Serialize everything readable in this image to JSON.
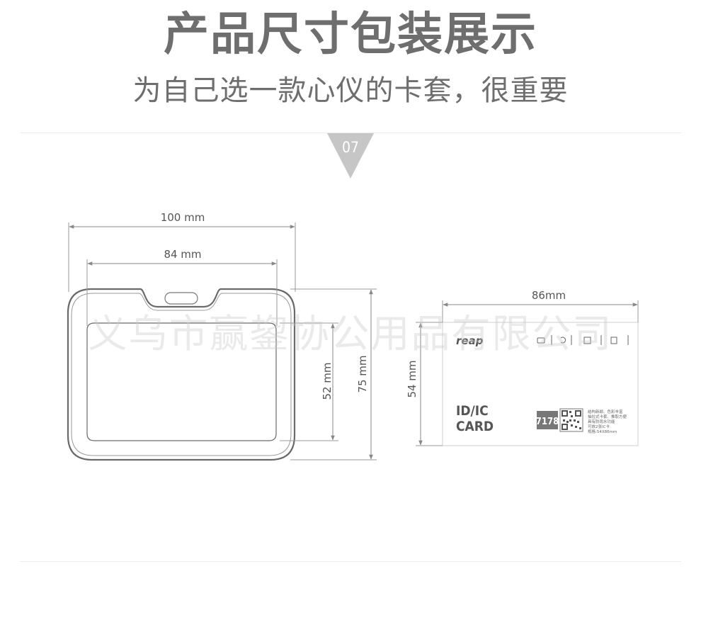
{
  "header": {
    "title": "产品尺寸包装展示",
    "subtitle": "为自己选一款心仪的卡套，很重要",
    "badge": "07"
  },
  "watermark": "义乌市赢鋆协公用品有限公司",
  "holder": {
    "outer_width_label": "100 mm",
    "inner_width_label": "84 mm",
    "inner_height_label": "52 mm",
    "outer_height_label": "75 mm"
  },
  "card": {
    "width_label": "86mm",
    "height_label": "54 mm",
    "brand": "reap",
    "line1": "ID/IC",
    "line2": "CARD",
    "model": "7178",
    "specs": [
      "结构新颖、色彩丰富",
      "抽拉式卡套、推取方便",
      "具有防雨水功能",
      "可放2张IC卡",
      "规格:54X86mm"
    ]
  },
  "colors": {
    "text": "#6e6e6e",
    "line": "#888888",
    "badge": "#c6c6c6",
    "card_text": "#555555"
  }
}
